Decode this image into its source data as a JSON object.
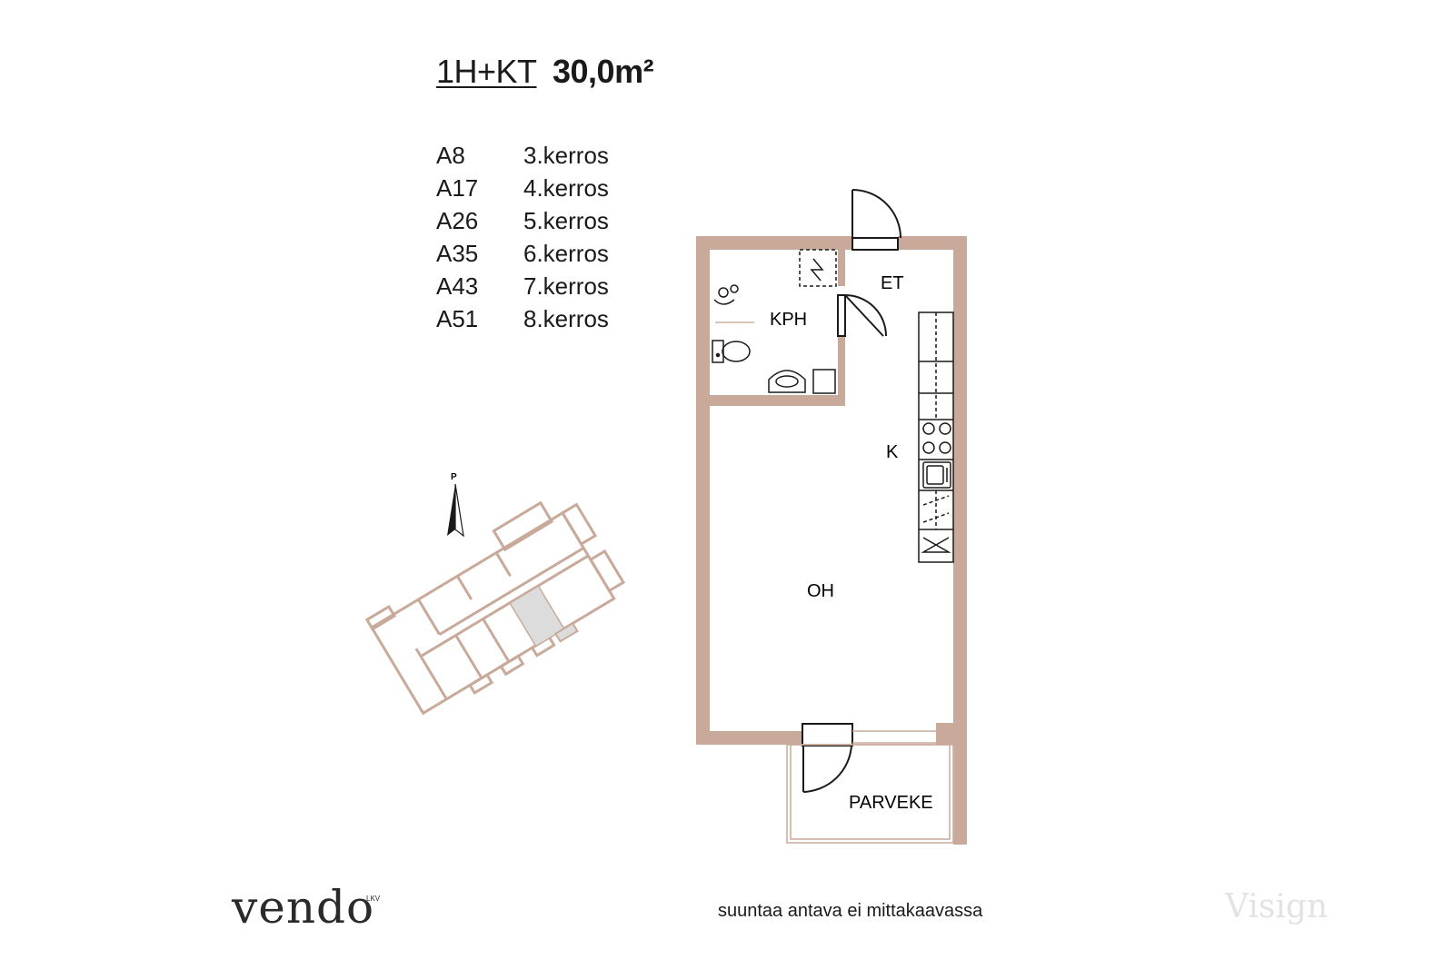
{
  "header": {
    "apartment_type": "1H+KT",
    "area": "30,0m²"
  },
  "units": [
    {
      "id": "A8",
      "floor": "3.kerros"
    },
    {
      "id": "A17",
      "floor": "4.kerros"
    },
    {
      "id": "A26",
      "floor": "5.kerros"
    },
    {
      "id": "A35",
      "floor": "6.kerros"
    },
    {
      "id": "A43",
      "floor": "7.kerros"
    },
    {
      "id": "A51",
      "floor": "8.kerros"
    }
  ],
  "rooms": {
    "et": "ET",
    "kph": "KPH",
    "k": "K",
    "oh": "OH",
    "parveke": "PARVEKE"
  },
  "compass": {
    "north_label": "P",
    "icon": "north-arrow-icon"
  },
  "footer": {
    "note": "suuntaa antava ei mittakaavassa",
    "logo": "vendo",
    "logo_suffix": "LKV",
    "credit": "Visign"
  },
  "colors": {
    "wall": "#c9aa9a",
    "highlight_unit": "#dcdcdc",
    "line": "#1a1a1a"
  }
}
